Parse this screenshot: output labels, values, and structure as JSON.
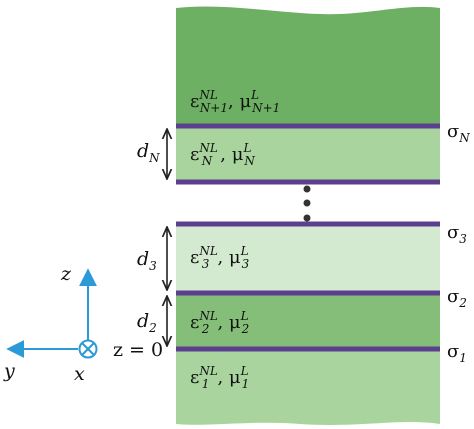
{
  "colors": {
    "dark_green": "#6eb063",
    "medium_green": "#85be79",
    "light_green": "#a9d49e",
    "pale_green": "#d4ead0",
    "interface": "#5c3f8f",
    "arrow_black": "#222222",
    "axis_blue": "#2b9ad6",
    "text": "#111111"
  },
  "layers": [
    {
      "eps_base": "ε",
      "eps_sub": "N+1",
      "eps_sup": "NL",
      "mu_base": "μ",
      "mu_sub": "N+1",
      "mu_sup": "L"
    },
    {
      "eps_base": "ε",
      "eps_sub": "N",
      "eps_sup": "NL",
      "mu_base": "μ",
      "mu_sub": "N",
      "mu_sup": "L"
    },
    {
      "eps_base": "ε",
      "eps_sub": "3",
      "eps_sup": "NL",
      "mu_base": "μ",
      "mu_sub": "3",
      "mu_sup": "L"
    },
    {
      "eps_base": "ε",
      "eps_sub": "2",
      "eps_sup": "NL",
      "mu_base": "μ",
      "mu_sub": "2",
      "mu_sup": "L"
    },
    {
      "eps_base": "ε",
      "eps_sub": "1",
      "eps_sup": "NL",
      "mu_base": "μ",
      "mu_sub": "1",
      "mu_sup": "L"
    }
  ],
  "interfaces": [
    {
      "base": "σ",
      "sub": "N"
    },
    {
      "base": "σ",
      "sub": "3"
    },
    {
      "base": "σ",
      "sub": "2"
    },
    {
      "base": "σ",
      "sub": "1"
    }
  ],
  "thickness_labels": [
    {
      "base": "d",
      "sub": "N"
    },
    {
      "base": "d",
      "sub": "3"
    },
    {
      "base": "d",
      "sub": "2"
    }
  ],
  "origin_label": "z = 0",
  "axes": {
    "z": "z",
    "y": "y",
    "x": "x"
  }
}
